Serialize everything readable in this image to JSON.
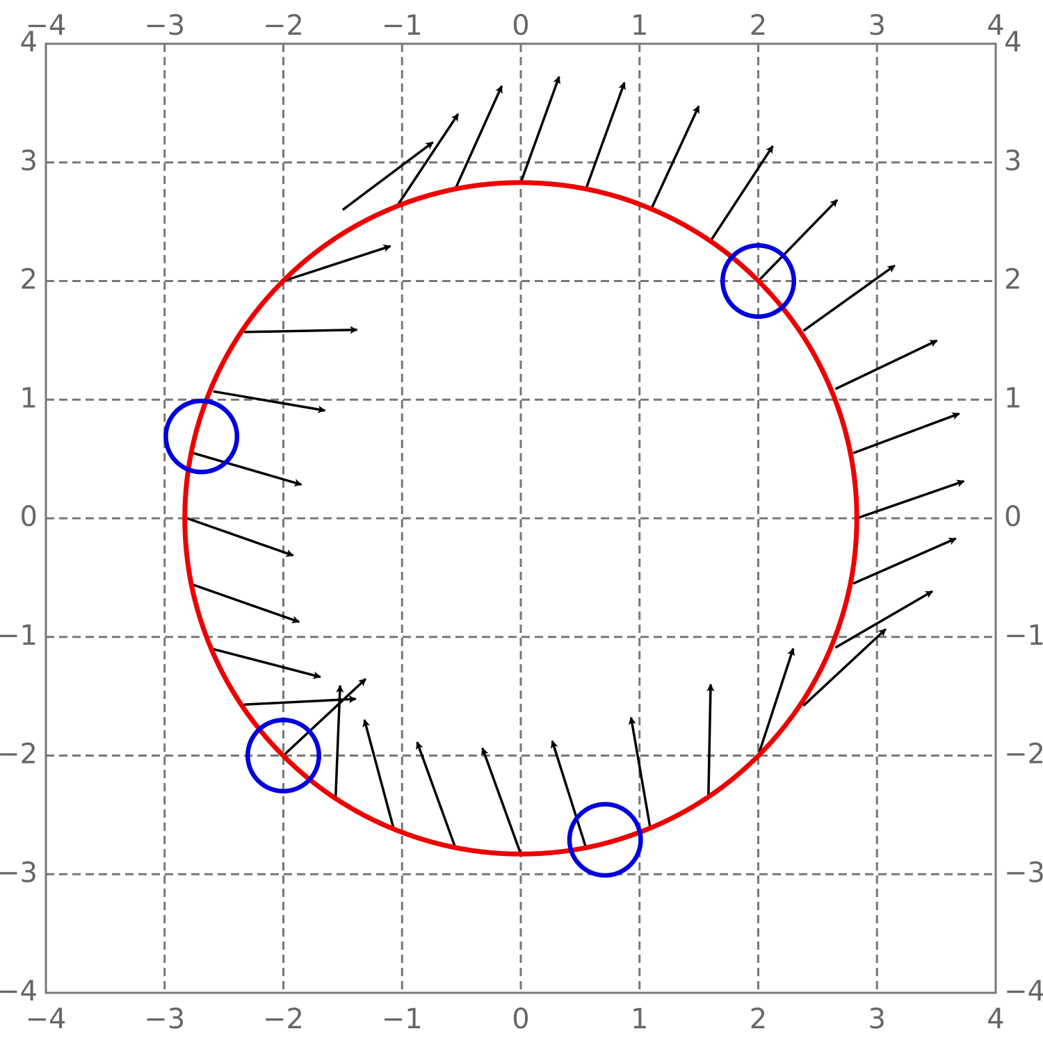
{
  "chart_data": {
    "type": "quiver",
    "title": "",
    "xlabel": "",
    "ylabel": "",
    "xlim": [
      -4,
      4
    ],
    "ylim": [
      -4,
      4
    ],
    "grid": true,
    "ticks": {
      "x": [
        "−4",
        "−3",
        "−2",
        "−1",
        "0",
        "1",
        "2",
        "3",
        "4"
      ],
      "y": [
        "−4",
        "−3",
        "−2",
        "−1",
        "0",
        "1",
        "2",
        "3",
        "4"
      ],
      "x_values": [
        -4,
        -3,
        -2,
        -1,
        0,
        1,
        2,
        3,
        4
      ],
      "y_values": [
        -4,
        -3,
        -2,
        -1,
        0,
        1,
        2,
        3,
        4
      ]
    },
    "circle": {
      "center": [
        0,
        0
      ],
      "radius": 2.83,
      "color": "#ee0000"
    },
    "markers": {
      "color": "#0000dd",
      "radius": 0.3,
      "points": [
        [
          2,
          2
        ],
        [
          -2.69,
          0.69
        ],
        [
          -2,
          -2
        ],
        [
          0.71,
          -2.71
        ]
      ]
    },
    "arrows": [
      {
        "x": 0.0,
        "y": 2.83,
        "dx": 0.34,
        "dy": 0.94
      },
      {
        "x": 0.55,
        "y": 2.78,
        "dx": 0.34,
        "dy": 0.94
      },
      {
        "x": 1.1,
        "y": 2.61,
        "dx": 0.42,
        "dy": 0.91
      },
      {
        "x": 1.6,
        "y": 2.34,
        "dx": 0.55,
        "dy": 0.84
      },
      {
        "x": 2.0,
        "y": 2.0,
        "dx": 0.7,
        "dy": 0.72
      },
      {
        "x": 2.38,
        "y": 1.58,
        "dx": 0.81,
        "dy": 0.58
      },
      {
        "x": 2.65,
        "y": 1.09,
        "dx": 0.9,
        "dy": 0.43
      },
      {
        "x": 2.8,
        "y": 0.55,
        "dx": 0.94,
        "dy": 0.35
      },
      {
        "x": 2.83,
        "y": 0.0,
        "dx": 0.95,
        "dy": 0.33
      },
      {
        "x": 2.8,
        "y": -0.55,
        "dx": 0.91,
        "dy": 0.4
      },
      {
        "x": 2.65,
        "y": -1.09,
        "dx": 0.86,
        "dy": 0.5
      },
      {
        "x": 2.38,
        "y": -1.58,
        "dx": 0.73,
        "dy": 0.68
      },
      {
        "x": 2.0,
        "y": -2.0,
        "dx": 0.31,
        "dy": 0.95
      },
      {
        "x": 1.58,
        "y": -2.35,
        "dx": 0.02,
        "dy": 1.0
      },
      {
        "x": 1.09,
        "y": -2.61,
        "dx": -0.17,
        "dy": 0.98
      },
      {
        "x": 0.55,
        "y": -2.78,
        "dx": -0.3,
        "dy": 0.95
      },
      {
        "x": 0.0,
        "y": -2.83,
        "dx": -0.34,
        "dy": 0.94
      },
      {
        "x": -0.55,
        "y": -2.78,
        "dx": -0.34,
        "dy": 0.94
      },
      {
        "x": -1.07,
        "y": -2.62,
        "dx": -0.26,
        "dy": 0.97
      },
      {
        "x": -1.56,
        "y": -2.36,
        "dx": 0.04,
        "dy": 1.0
      },
      {
        "x": -2.0,
        "y": -2.0,
        "dx": 0.73,
        "dy": 0.68
      },
      {
        "x": -2.33,
        "y": -1.57,
        "dx": 0.99,
        "dy": 0.05
      },
      {
        "x": -2.6,
        "y": -1.1,
        "dx": 0.96,
        "dy": -0.25
      },
      {
        "x": -2.76,
        "y": -0.56,
        "dx": 0.94,
        "dy": -0.33
      },
      {
        "x": -2.81,
        "y": 0.0,
        "dx": 0.94,
        "dy": -0.33
      },
      {
        "x": -2.76,
        "y": 0.55,
        "dx": 0.96,
        "dy": -0.28
      },
      {
        "x": -2.59,
        "y": 1.07,
        "dx": 0.99,
        "dy": -0.17
      },
      {
        "x": -2.33,
        "y": 1.57,
        "dx": 1.0,
        "dy": 0.02
      },
      {
        "x": -2.0,
        "y": 2.0,
        "dx": 0.95,
        "dy": 0.31
      },
      {
        "x": -1.5,
        "y": 2.6,
        "dx": 0.8,
        "dy": 0.6
      },
      {
        "x": -1.05,
        "y": 2.62,
        "dx": 0.55,
        "dy": 0.83
      },
      {
        "x": -0.55,
        "y": 2.78,
        "dx": 0.41,
        "dy": 0.91
      }
    ]
  }
}
